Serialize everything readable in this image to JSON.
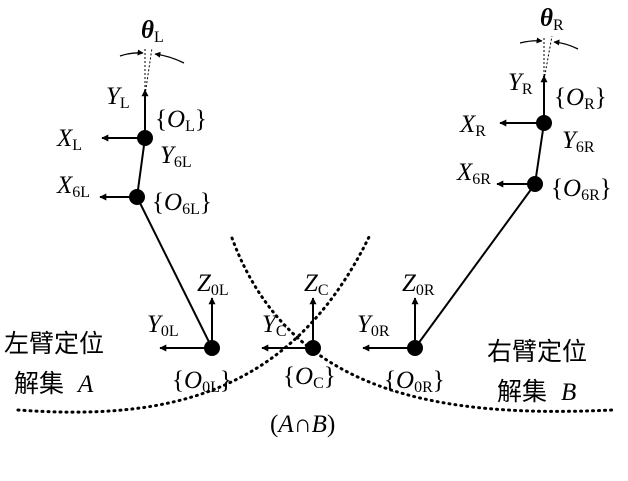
{
  "labels": {
    "theta_l": {
      "main": "θ",
      "sub": "L"
    },
    "theta_r": {
      "main": "θ",
      "sub": "R"
    },
    "y_l": {
      "main": "Y",
      "sub": "L"
    },
    "x_l": {
      "main": "X",
      "sub": "L"
    },
    "o_l": {
      "pre": "{",
      "main": "O",
      "sub": "L",
      "post": "}"
    },
    "y_6l": {
      "main": "Y",
      "sub": "6L"
    },
    "x_6l": {
      "main": "X",
      "sub": "6L"
    },
    "o_6l": {
      "pre": "{",
      "main": "O",
      "sub": "6L",
      "post": "}"
    },
    "y_r": {
      "main": "Y",
      "sub": "R"
    },
    "x_r": {
      "main": "X",
      "sub": "R"
    },
    "o_r": {
      "pre": "{",
      "main": "O",
      "sub": "R",
      "post": "}"
    },
    "y_6r": {
      "main": "Y",
      "sub": "6R"
    },
    "x_6r": {
      "main": "X",
      "sub": "6R"
    },
    "o_6r": {
      "pre": "{",
      "main": "O",
      "sub": "6R",
      "post": "}"
    },
    "z_0l": {
      "main": "Z",
      "sub": "0L"
    },
    "y_0l": {
      "main": "Y",
      "sub": "0L"
    },
    "o_0l": {
      "pre": "{",
      "main": "O",
      "sub": "0L",
      "post": "}"
    },
    "z_c": {
      "main": "Z",
      "sub": "C"
    },
    "y_c": {
      "main": "Y",
      "sub": "C"
    },
    "o_c": {
      "pre": "{",
      "main": "O",
      "sub": "C",
      "post": "}"
    },
    "z_0r": {
      "main": "Z",
      "sub": "0R"
    },
    "y_0r": {
      "main": "Y",
      "sub": "0R"
    },
    "o_0r": {
      "pre": "{",
      "main": "O",
      "sub": "0R",
      "post": "}"
    },
    "intersection": {
      "pre": "(",
      "a": "A",
      "cap": "∩",
      "b": "B",
      "post": ")"
    }
  },
  "sets": {
    "left_line1": "左臂定位",
    "left_line2": "解集",
    "left_var": "A",
    "right_line1": "右臂定位",
    "right_line2": "解集",
    "right_var": "B"
  }
}
